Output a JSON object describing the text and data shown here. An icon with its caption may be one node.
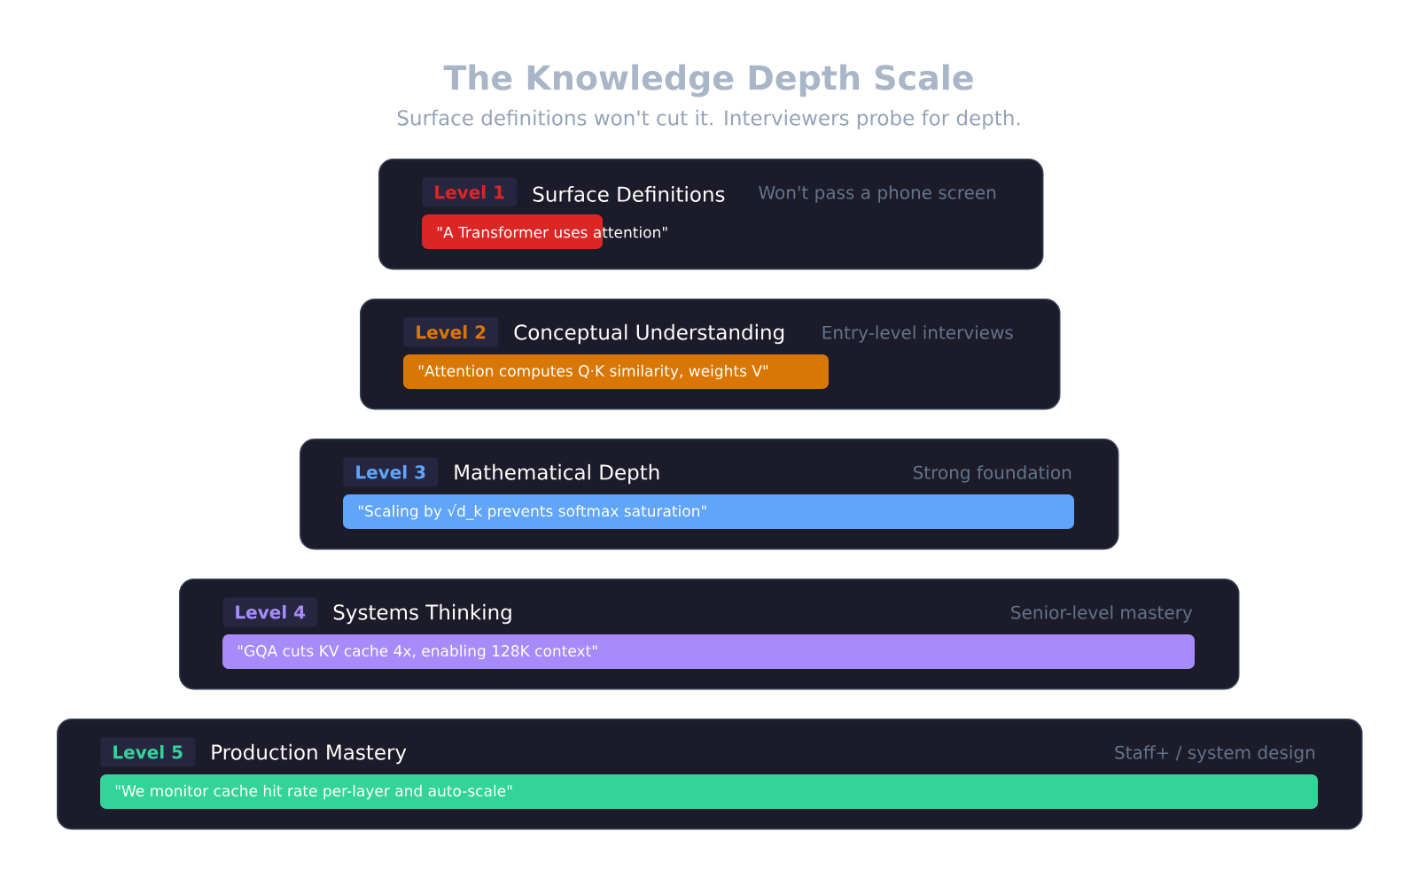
{
  "diagram": {
    "title": "The Knowledge Depth Scale",
    "nodes": [
      {
        "text": [
          "Surface Definitions",
          "Won't pass a phone screen"
        ]
      },
      {
        "text": [
          "Level 1"
        ],
        "in": 0
      },
      {
        "text": [
          "\"A Transformer uses attention\""
        ],
        "in": 0
      },
      {
        "text": [
          "Conceptual Understanding",
          "Entry-level interviews"
        ]
      },
      {
        "text": [
          "Level 2"
        ],
        "in": 3
      },
      {
        "text": [
          "\"Attention computes Q·K similarity, weights V\""
        ],
        "in": 3
      },
      {
        "text": [
          "Mathematical Depth",
          "Strong foundation"
        ]
      },
      {
        "text": [
          "Level 3"
        ],
        "in": 6
      },
      {
        "text": [
          "\"Scaling by √d_k prevents softmax saturation\""
        ],
        "in": 6
      },
      {
        "text": [
          "Systems Thinking",
          "Senior-level mastery"
        ]
      },
      {
        "text": [
          "Level 4"
        ],
        "in": 9
      },
      {
        "text": [
          "\"GQA cuts KV cache 4x, enabling 128K context\""
        ],
        "in": 9
      },
      {
        "text": [
          "Production Mastery",
          "Staff+ / system design"
        ]
      },
      {
        "text": [
          "Level 5"
        ],
        "in": 12
      },
      {
        "text": [
          "\"We monitor cache hit rate per-layer and auto-scale\""
        ],
        "in": 12
      }
    ],
    "labels": [
      "Surface definitions won't cut it. Interviewers probe for depth."
    ]
  }
}
